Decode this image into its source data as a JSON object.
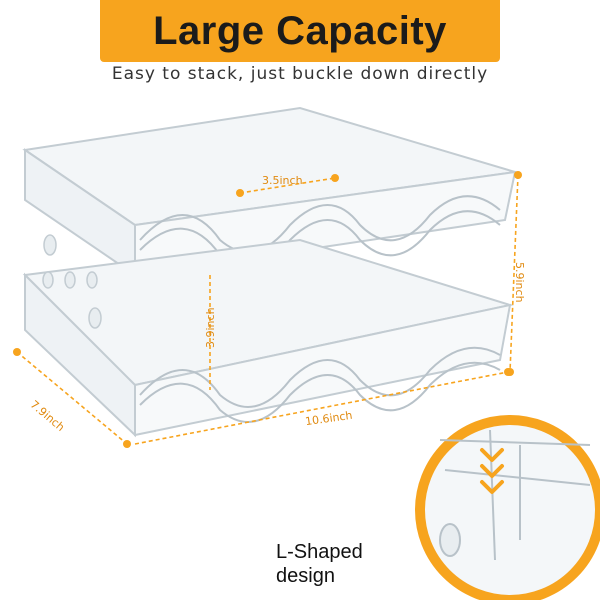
{
  "banner": {
    "title": "Large Capacity"
  },
  "subtitle": "Easy to stack, just buckle down directly",
  "dimensions": {
    "bottle_width": "3.5inch",
    "height": "5.9inch",
    "tier_height": "3.9inch",
    "depth": "7.9inch",
    "width": "10.6inch"
  },
  "callout": {
    "line1": "L-Shaped",
    "line2": "design"
  },
  "colors": {
    "accent": "#f7a41e",
    "dimension": "#e08a10",
    "plastic": "#c9d2d8"
  }
}
